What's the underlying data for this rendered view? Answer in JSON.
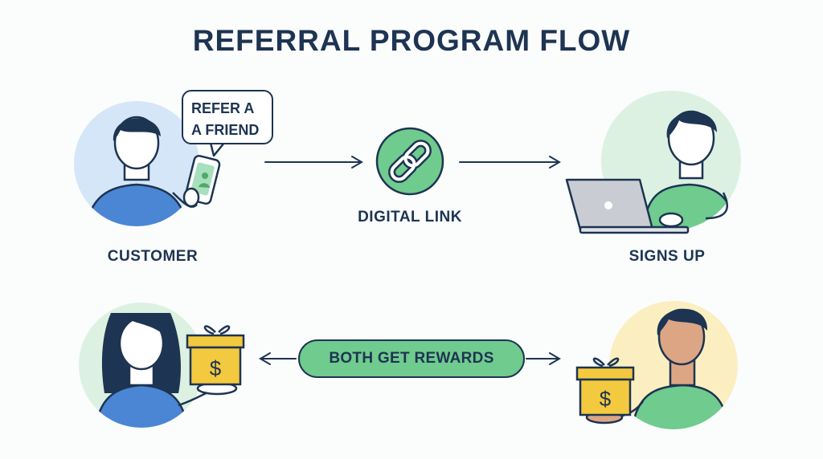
{
  "title": "REFERRAL PROGRAM FLOW",
  "steps": {
    "customer": {
      "label": "CUSTOMER",
      "bubble_line1": "REFER A",
      "bubble_line2": "A FRIEND"
    },
    "link": {
      "label": "DIGITAL LINK"
    },
    "signup": {
      "label": "SIGNS UP"
    },
    "rewards": {
      "label": "BOTH GET REWARDS"
    }
  },
  "icons": {
    "gift_symbol": "$",
    "link": "chain-link-icon"
  },
  "colors": {
    "navy": "#1d3452",
    "blue_shirt": "#4a86d4",
    "blue_circle": "#d4e6f7",
    "green": "#6fcb8e",
    "green_circle": "#dcf1e2",
    "yellow_circle": "#fbefc1",
    "gift": "#f3c93f",
    "skin": "#dca684"
  }
}
